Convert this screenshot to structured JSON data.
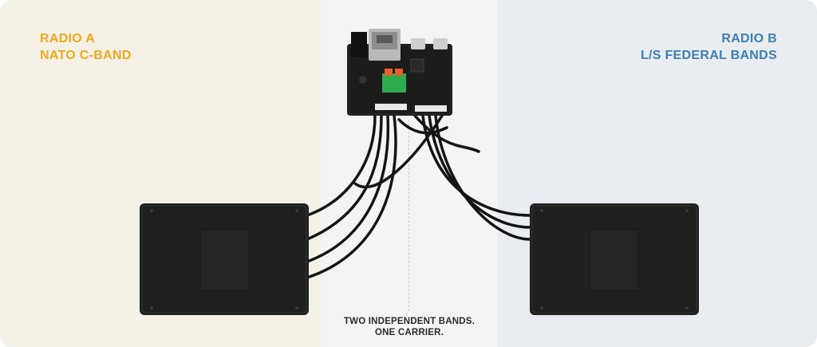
{
  "radio_a": {
    "line1": "RADIO A",
    "line2": "NATO C-BAND",
    "color": "#f0a91e"
  },
  "radio_b": {
    "line1": "RADIO B",
    "line2": "L/S FEDERAL BANDS",
    "color": "#3d7fb5"
  },
  "caption": {
    "line1": "TWO INDEPENDENT BANDS.",
    "line2": "ONE CARRIER."
  },
  "colors": {
    "left_panel": "#f6f1e6",
    "middle_panel": "#f4f4f3",
    "right_panel": "#e9edf1",
    "board": "#1c1c1c",
    "radio_module": "#202020"
  }
}
